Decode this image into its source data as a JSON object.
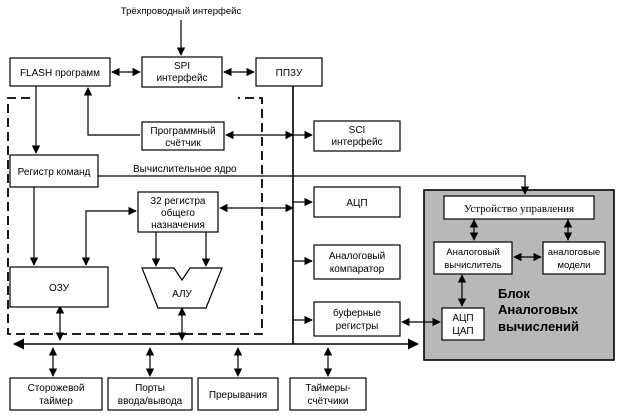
{
  "labels": {
    "three_wire": "Трёхпроводный интерфейс",
    "flash": "FLASH   программ",
    "spi_1": "SPI",
    "spi_2": "интерфейс",
    "ppzu": "ППЗУ",
    "pc_1": "Программный",
    "pc_2": "счётчик",
    "sci_1": "SCI",
    "sci_2": "интерфейс",
    "instr_reg": "Регистр команд",
    "core": "Вычислительное ядро",
    "regs_1": "32 регистра",
    "regs_2": "общего",
    "regs_3": "назначения",
    "adc": "АЦП",
    "comp_1": "Аналоговый",
    "comp_2": "компаратор",
    "ozu": "ОЗУ",
    "alu": "АЛУ",
    "buf_1": "буферные",
    "buf_2": "регистры",
    "ctrl": "Устройство управления",
    "acomp_1": "Аналоговый",
    "acomp_2": "вычислитель",
    "amod_1": "аналоговые",
    "amod_2": "модели",
    "adcdac_1": "АЦП",
    "adcdac_2": "ЦАП",
    "block_1": "Блок",
    "block_2": "Аналоговых",
    "block_3": "вычислений",
    "wdt_1": "Сторожевой",
    "wdt_2": "таймер",
    "ports_1": "Порты",
    "ports_2": "ввода/вывода",
    "irq": "Прерывания",
    "timers_1": "Таймеры-",
    "timers_2": "счётчики"
  },
  "colors": {
    "analog_block_fill": "#b8b8b8"
  }
}
